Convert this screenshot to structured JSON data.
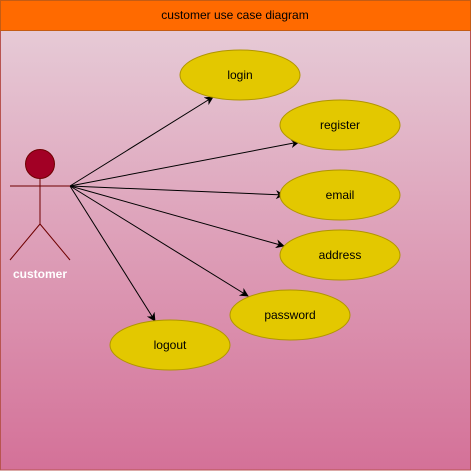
{
  "diagram": {
    "title": "customer use case diagram",
    "actor": {
      "label": "customer"
    },
    "use_cases": {
      "login": "login",
      "register": "register",
      "email": "email",
      "address": "address",
      "password": "password",
      "logout": "logout"
    },
    "colors": {
      "header_fill": "#ff6a00",
      "header_stroke": "#c45c14",
      "panel_gradient_top": "#e6cad6",
      "panel_gradient_bottom": "#d47198",
      "panel_stroke": "#b85450",
      "use_case_fill": "#e3c800",
      "use_case_stroke": "#b09500",
      "actor_head_fill": "#a20025",
      "actor_stroke": "#6f0000",
      "actor_label": "#ffffff",
      "arrow": "#000000"
    }
  }
}
